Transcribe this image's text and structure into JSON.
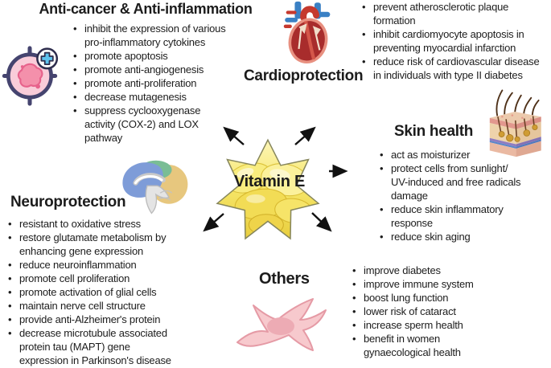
{
  "center": {
    "label": "Vitamin E"
  },
  "sections": {
    "anti_cancer": {
      "title": "Anti-cancer & Anti-inflammation",
      "items": [
        "inhibit the expression of various\npro-inflammatory cytokines",
        "promote apoptosis",
        "promote anti-angiogenesis",
        "promote anti-proliferation",
        "decrease mutagenesis",
        "suppress cyclooxygenase\nactivity (COX-2) and LOX\npathway"
      ]
    },
    "cardioprotection": {
      "title": "Cardioprotection",
      "items": [
        "prevent atherosclerotic plaque\nformation",
        "inhibit cardiomyocyte apoptosis in\npreventing myocardial infarction",
        "reduce risk of cardiovascular disease\nin individuals with type II diabetes"
      ]
    },
    "skin_health": {
      "title": "Skin health",
      "items": [
        "act as moisturizer",
        "protect cells from sunlight/\nUV-induced and free radicals\ndamage",
        "reduce skin inflammatory\nresponse",
        "reduce skin aging"
      ]
    },
    "neuroprotection": {
      "title": "Neuroprotection",
      "items": [
        "resistant to oxidative stress",
        "restore glutamate metabolism by\nenhancing gene expression",
        "reduce neuroinflammation",
        "promote cell proliferation",
        "promote activation of glial cells",
        "maintain nerve cell structure",
        "provide anti-Alzheimer's protein",
        "decrease microtubule associated\nprotein tau (MAPT) gene\nexpression in Parkinson's disease"
      ]
    },
    "others": {
      "title": "Others",
      "items": [
        "improve diabetes",
        "improve immune system",
        "boost lung function",
        "lower risk of cataract",
        "increase sperm health",
        "benefit in women\ngynaecological health"
      ]
    }
  },
  "icons": {
    "anti_cancer": "cancer-cell-target-icon",
    "cardioprotection": "anatomical-heart-icon",
    "skin_health": "skin-cross-section-icon",
    "neuroprotection": "brain-icon",
    "others": "fibroblast-cell-icon",
    "center": "vitamin-e-star"
  },
  "colors": {
    "background": "#ffffff",
    "text": "#1c1c1c",
    "arrow": "#111111",
    "star_yellow": "#f2df55",
    "star_border": "#86865c",
    "cancer_pink": "#f490ab",
    "heart_red": "#a82c2c",
    "vessel_blue": "#3a80c4",
    "brain_blue": "#7e9cd8",
    "skin_tan": "#eed3ab",
    "cell_pink": "#f7c9cd"
  }
}
